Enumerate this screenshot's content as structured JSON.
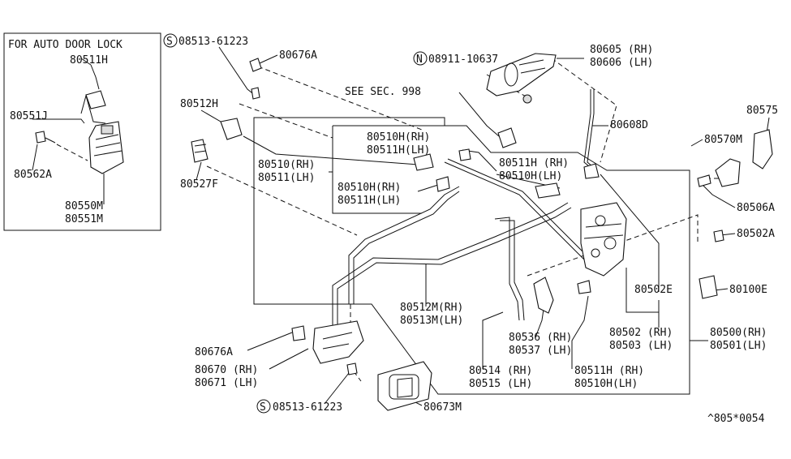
{
  "inset": {
    "title": "FOR AUTO DOOR LOCK",
    "labels": [
      "80511H",
      "80551J",
      "80562A",
      "80550M",
      "80551M"
    ]
  },
  "callouts": {
    "s_top": "08513-61223",
    "s_bottom": "08513-61223",
    "n_top": "08911-10637",
    "s_symbol": "S",
    "n_symbol": "N",
    "c80676A_top": "80676A",
    "c80605": "80605 (RH)",
    "c80606": "80606 (LH)",
    "see_sec": "SEE SEC. 998",
    "c80512H": "80512H",
    "c80510H_a": "80510H(RH)",
    "c80511H_a": "80511H(LH)",
    "c80608D": "80608D",
    "c80575": "80575",
    "c80570M": "80570M",
    "c80527F": "80527F",
    "c80510": "80510(RH)",
    "c80511": "80511(LH)",
    "c80510H_b": "80510H(RH)",
    "c80511H_b": "80511H(LH)",
    "c80511H_c": "80511H (RH)",
    "c80510H_c": "80510H(LH)",
    "c80506A": "80506A",
    "c80502A": "80502A",
    "c80502E": "80502E",
    "c80100E": "80100E",
    "c80512M": "80512M(RH)",
    "c80513M": "80513M(LH)",
    "c80502": "80502 (RH)",
    "c80503": "80503 (LH)",
    "c80500": "80500(RH)",
    "c80501": "80501(LH)",
    "c80536": "80536 (RH)",
    "c80537": "80537 (LH)",
    "c80676A_bottom": "80676A",
    "c80670": "80670 (RH)",
    "c80671": "80671 (LH)",
    "c80514": "80514 (RH)",
    "c80515": "80515 (LH)",
    "c80511H_d": "80511H (RH)",
    "c80510H_d": "80510H(LH)",
    "c80673M": "80673M",
    "ref_code": "^805*0054"
  }
}
